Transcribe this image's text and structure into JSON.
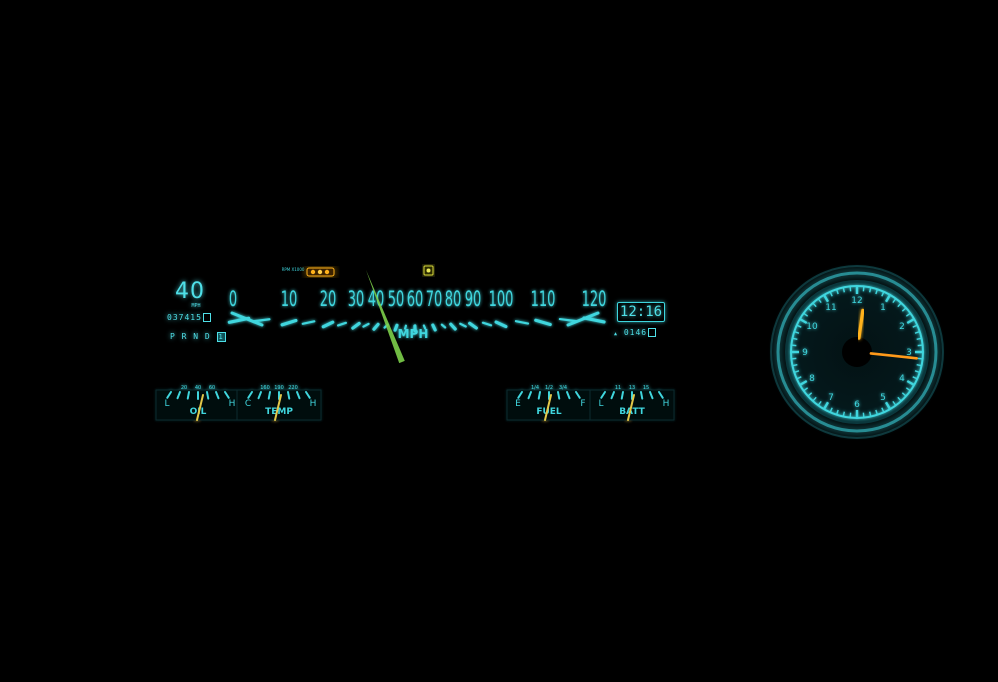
{
  "colors": {
    "accent": "#3fd6de",
    "amber": "#ffb21a",
    "green": "#7ccf4a",
    "background": "#000000"
  },
  "speedometer": {
    "labels": [
      "0",
      "10",
      "20",
      "30",
      "40",
      "50",
      "60",
      "70",
      "80",
      "90",
      "100",
      "110",
      "120"
    ],
    "unit": "MPH",
    "needle_value": 40
  },
  "digital_speed": {
    "value": "40",
    "unit": "MPH"
  },
  "odometer": {
    "value": "037415"
  },
  "gear_indicator": {
    "letters": "P R N D",
    "selected": "1"
  },
  "digital_clock": {
    "value": "12:16"
  },
  "trip": {
    "value": "0146"
  },
  "indicators": {
    "left_turn_label": "RPM X1000"
  },
  "gauges": [
    {
      "id": "oil",
      "label": "OIL",
      "ticks": [
        "20",
        "40",
        "60"
      ],
      "low": "L",
      "high": "H",
      "level": 0.55
    },
    {
      "id": "temp",
      "label": "TEMP",
      "ticks": [
        "160",
        "190",
        "220"
      ],
      "low": "C",
      "high": "H",
      "level": 0.5
    },
    {
      "id": "fuel",
      "label": "FUEL",
      "ticks": [
        "1/4",
        "1/2",
        "3/4"
      ],
      "low": "E",
      "high": "F",
      "level": 0.5
    },
    {
      "id": "batt",
      "label": "BATT",
      "ticks": [
        "11",
        "13",
        "15"
      ],
      "low": "L",
      "high": "H",
      "level": 0.5
    }
  ],
  "analog_clock": {
    "numerals": [
      "12",
      "1",
      "2",
      "3",
      "4",
      "5",
      "6",
      "7",
      "8",
      "9",
      "10",
      "11"
    ],
    "hour": 12,
    "minute": 16
  }
}
